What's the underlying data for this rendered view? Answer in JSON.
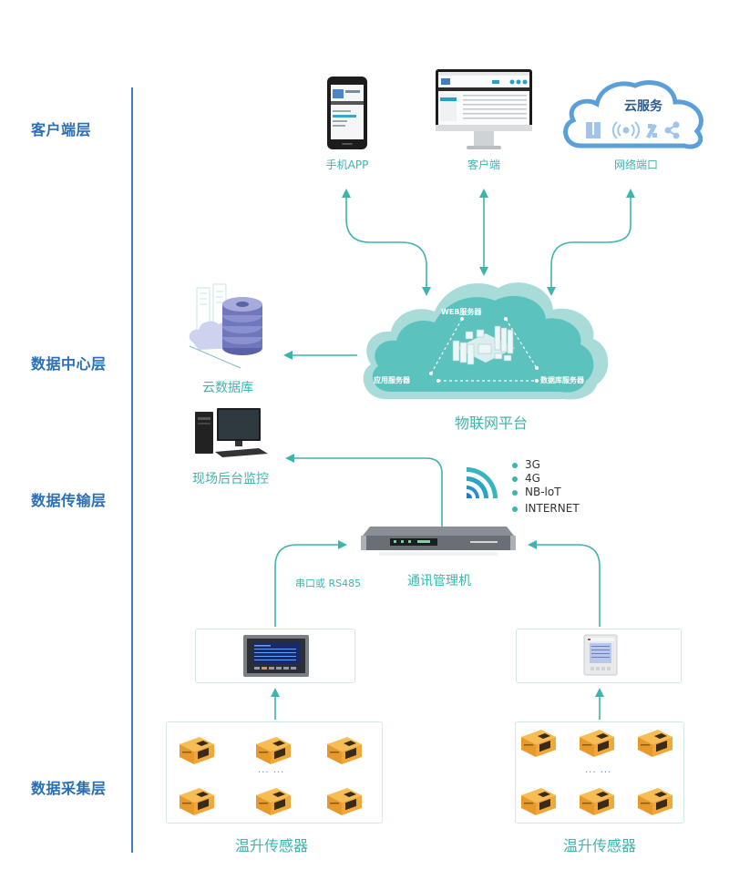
{
  "layers": [
    {
      "id": "client",
      "label": "客户端层"
    },
    {
      "id": "datacenter",
      "label": "数据中心层"
    },
    {
      "id": "transport",
      "label": "数据传输层"
    },
    {
      "id": "collection",
      "label": "数据采集层"
    }
  ],
  "client": {
    "mobile_app": "手机APP",
    "desktop_client": "客户端",
    "cloud_service": {
      "title": "云服务",
      "label": "网络端口"
    }
  },
  "platform": {
    "title": "物联网平台",
    "nodes": [
      "WEB服务器",
      "应用服务器",
      "数据库服务器"
    ]
  },
  "datacenter": {
    "cloud_db": "云数据库",
    "local_monitor": "现场后台监控"
  },
  "transport": {
    "gateway": "通讯管理机",
    "link_label": "串口或 RS485",
    "networks": [
      "3G",
      "4G",
      "NB-loT",
      "INTERNET"
    ]
  },
  "collection": {
    "left_group": {
      "label": "温升传感器",
      "ellipsis": "··· ···"
    },
    "right_group": {
      "label": "温升传感器",
      "ellipsis": "··· ···"
    }
  },
  "colors": {
    "layer_text": "#2a6fb5",
    "accent_teal": "#3fb3ae",
    "cloud_teal": "#5cc2bd",
    "cloud_service_blue": "#5a9fd8",
    "sensor_orange": "#f0a83a"
  }
}
